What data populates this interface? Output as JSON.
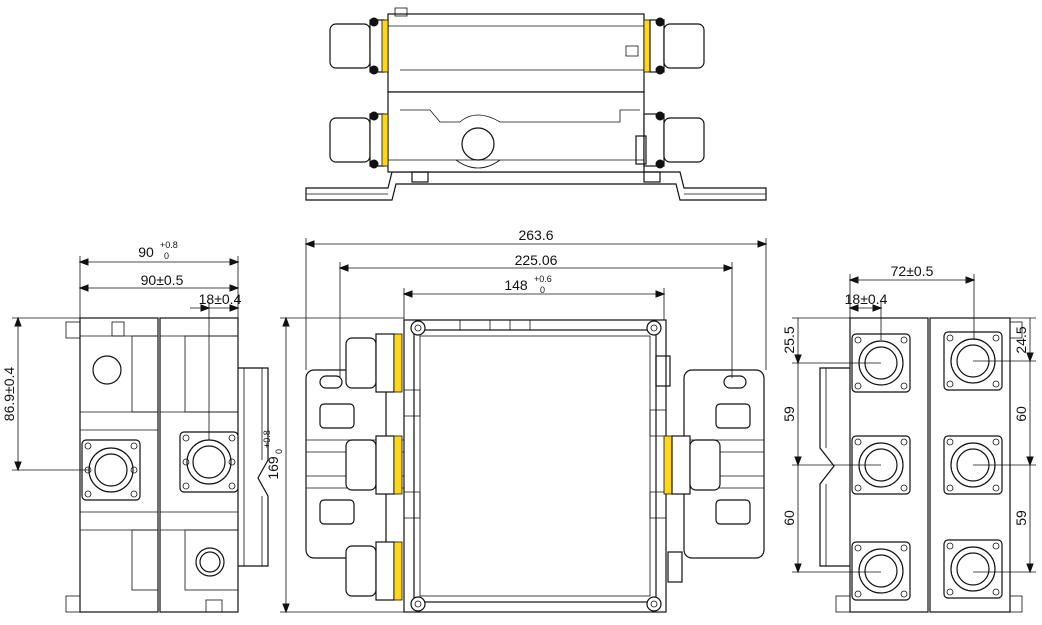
{
  "colors": {
    "line": "#111111",
    "accent": "#ffd61a",
    "background": "#ffffff"
  },
  "dimensions": {
    "overall_width": "263.6",
    "mount_spacing": "225.06",
    "body_width_base": "148",
    "body_width_tol_upper": "+0.6",
    "body_width_tol_lower": "0",
    "side_width_base": "90",
    "side_width_tol_upper": "+0.8",
    "side_width_tol_lower": "0",
    "side_width_2": "90±0.5",
    "left_connector_offset": "18±0.4",
    "left_height": "86.9±0.4",
    "center_height_base": "169",
    "center_height_tol_upper": "+0.8",
    "center_height_tol_lower": "0",
    "right_pitch_h": "72±0.5",
    "right_offset": "18±0.4",
    "right_top_left": "25.5",
    "right_top_right": "24.5",
    "right_pitch_left_1": "59",
    "right_pitch_left_2": "60",
    "right_pitch_right_1": "60",
    "right_pitch_right_2": "59"
  }
}
